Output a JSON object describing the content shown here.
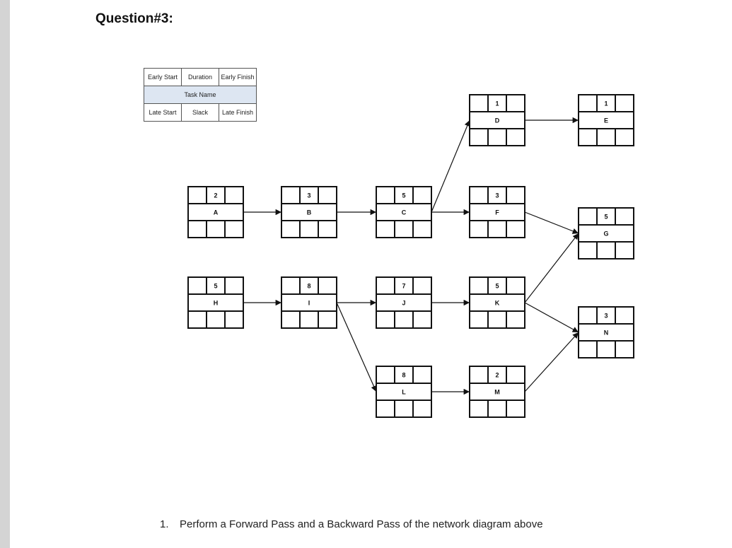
{
  "title": "Question#3:",
  "legend": {
    "early_start": "Early Start",
    "duration": "Duration",
    "early_finish": "Early Finish",
    "task_name": "Task Name",
    "late_start": "Late Start",
    "slack": "Slack",
    "late_finish": "Late Finish"
  },
  "tasks": [
    {
      "name": "A",
      "duration": "2"
    },
    {
      "name": "B",
      "duration": "3"
    },
    {
      "name": "C",
      "duration": "5"
    },
    {
      "name": "D",
      "duration": "1"
    },
    {
      "name": "E",
      "duration": "1"
    },
    {
      "name": "F",
      "duration": "3"
    },
    {
      "name": "G",
      "duration": "5"
    },
    {
      "name": "H",
      "duration": "5"
    },
    {
      "name": "I",
      "duration": "8"
    },
    {
      "name": "J",
      "duration": "7"
    },
    {
      "name": "K",
      "duration": "5"
    },
    {
      "name": "L",
      "duration": "8"
    },
    {
      "name": "M",
      "duration": "2"
    },
    {
      "name": "N",
      "duration": "3"
    }
  ],
  "dependencies": [
    [
      "A",
      "B"
    ],
    [
      "B",
      "C"
    ],
    [
      "C",
      "D"
    ],
    [
      "C",
      "F"
    ],
    [
      "D",
      "E"
    ],
    [
      "F",
      "G"
    ],
    [
      "K",
      "G"
    ],
    [
      "H",
      "I"
    ],
    [
      "I",
      "J"
    ],
    [
      "I",
      "L"
    ],
    [
      "J",
      "K"
    ],
    [
      "K",
      "N"
    ],
    [
      "L",
      "M"
    ],
    [
      "M",
      "N"
    ]
  ],
  "question": {
    "number": "1.",
    "text": "Perform a Forward Pass and a Backward Pass of the network diagram above"
  }
}
